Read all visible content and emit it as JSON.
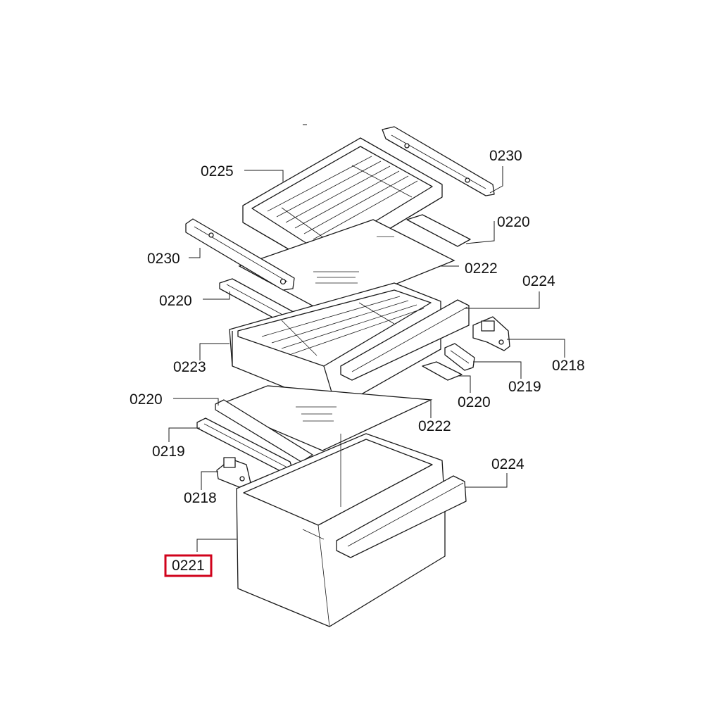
{
  "labels": {
    "tray_top": "0225",
    "rail_top_right": "0230",
    "rail_top_left": "0230",
    "runner_top_right": "0220",
    "runner_top_left": "0220",
    "glass_top": "0222",
    "front_trim_mid": "0224",
    "hinge_right": "0218",
    "drawer_mid": "0223",
    "slide_right": "0219",
    "runner_mid_right": "0220",
    "runner_mid_left": "0220",
    "glass_mid": "0222",
    "slide_left": "0219",
    "front_trim_bottom": "0224",
    "hinge_left": "0218",
    "drawer_bottom": "0221"
  },
  "highlight": {
    "label_key": "drawer_bottom",
    "color": "#d0021b"
  }
}
